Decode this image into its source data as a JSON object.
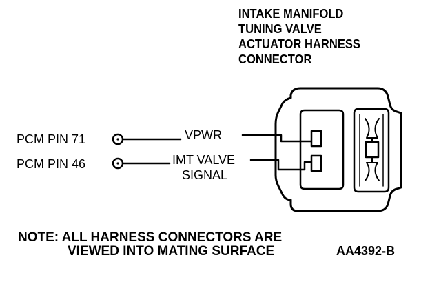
{
  "title": {
    "lines": [
      "INTAKE MANIFOLD",
      "TUNING VALVE",
      "ACTUATOR HARNESS",
      "CONNECTOR"
    ]
  },
  "pins": [
    {
      "pcm_label": "PCM PIN 71",
      "signal_label": "VPWR",
      "signal_label_2": ""
    },
    {
      "pcm_label": "PCM PIN 46",
      "signal_label": "IMT VALVE",
      "signal_label_2": "SIGNAL"
    }
  ],
  "note": {
    "line1": "NOTE: ALL HARNESS CONNECTORS ARE",
    "line2": "VIEWED INTO MATING SURFACE"
  },
  "figure_id": "AA4392-B"
}
